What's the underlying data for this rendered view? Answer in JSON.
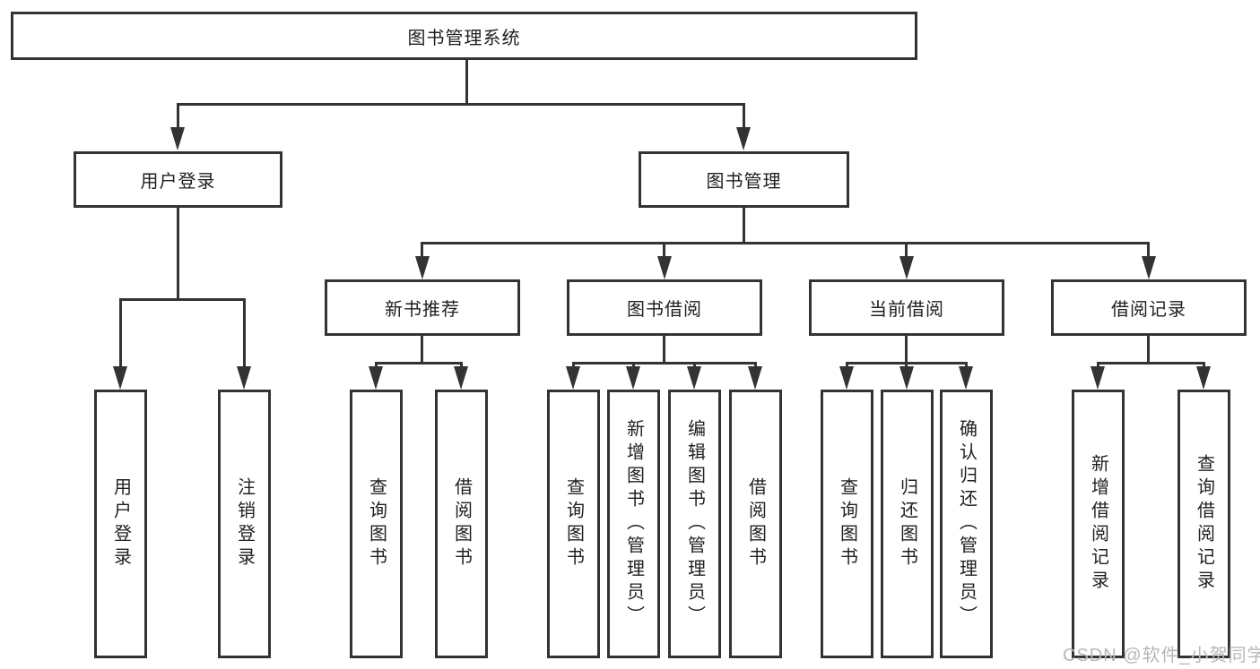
{
  "diagram": {
    "root": {
      "label": "图书管理系统"
    },
    "level2": [
      {
        "label": "用户登录"
      },
      {
        "label": "图书管理"
      }
    ],
    "level3": [
      {
        "label": "新书推荐"
      },
      {
        "label": "图书借阅"
      },
      {
        "label": "当前借阅"
      },
      {
        "label": "借阅记录"
      }
    ],
    "leaves": {
      "user_login": [
        "用户登录",
        "注销登录"
      ],
      "new_book_recommend": [
        "查询图书",
        "借阅图书"
      ],
      "book_borrow": [
        "查询图书",
        "新增图书（管理员）",
        "编辑图书（管理员）",
        "借阅图书"
      ],
      "current_borrow": [
        "查询图书",
        "归还图书",
        "确认归还（管理员）"
      ],
      "borrow_record": [
        "新增借阅记录",
        "查询借阅记录"
      ]
    },
    "watermark": "CSDN @软件_小贺同学",
    "colors": {
      "line": "#333333",
      "text": "#1f1f1f",
      "background": "#ffffff",
      "watermark": "#b9b6b6"
    }
  }
}
